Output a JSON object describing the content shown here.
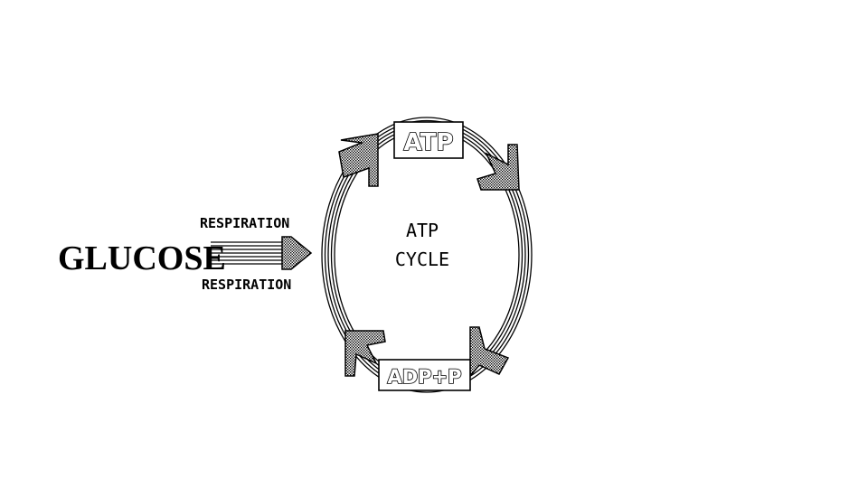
{
  "diagram": {
    "input_label": "GLUCOSE",
    "process_label_top": "RESPIRATION",
    "process_label_bottom": "RESPIRATION",
    "cycle_label_line1": "ATP",
    "cycle_label_line2": "CYCLE",
    "top_box_label": "ATP",
    "bottom_box_label": "ADP+P"
  }
}
